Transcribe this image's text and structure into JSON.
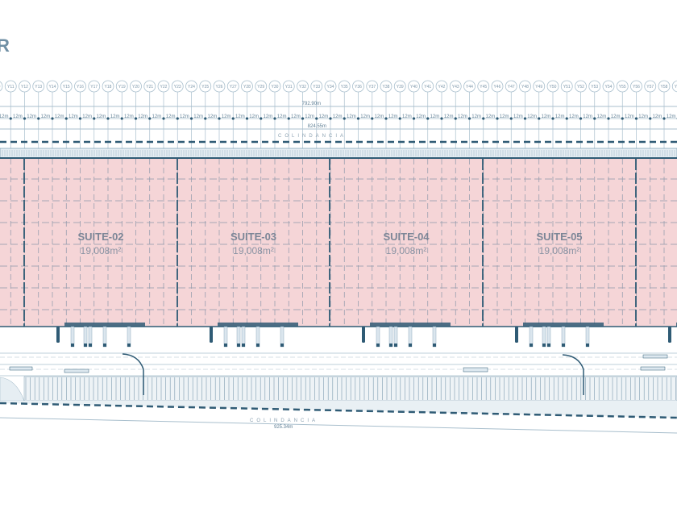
{
  "title_fragment": "R",
  "grid_axis": {
    "prefix": "Y",
    "first": 10,
    "last": 59
  },
  "dimensions": {
    "overall_building": "792.90m",
    "bay": "12m",
    "top_boundary": "824.55m",
    "bottom_boundary": "925.34m"
  },
  "boundary_label_top": "COLINDANCIA",
  "boundary_label_bottom": "COLINDANCIA",
  "suites": [
    {
      "name": "SUITE-02",
      "area": "19,008m²"
    },
    {
      "name": "SUITE-03",
      "area": "19,008m²"
    },
    {
      "name": "SUITE-04",
      "area": "19,008m²"
    },
    {
      "name": "SUITE-05",
      "area": "19,008m²"
    }
  ],
  "colors": {
    "building_fill": "#f5d5d7",
    "line_dark": "#2f5b75",
    "line_light": "#a9bfcd",
    "title": "#6f8fa4"
  }
}
